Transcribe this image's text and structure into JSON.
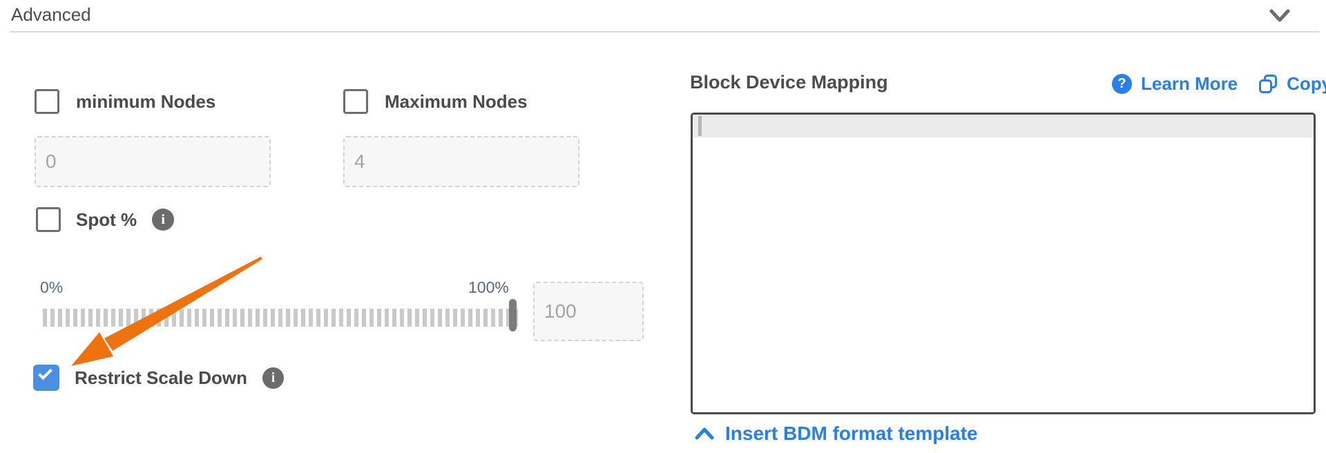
{
  "header": {
    "title": "Advanced"
  },
  "advanced": {
    "minimum_nodes": {
      "label": "minimum Nodes",
      "checked": false,
      "value": "0"
    },
    "maximum_nodes": {
      "label": "Maximum Nodes",
      "checked": false,
      "value": "4"
    },
    "spot": {
      "label": "Spot %",
      "info_glyph": "i"
    },
    "slider": {
      "min_label": "0%",
      "max_label": "100%",
      "value": 100,
      "input_value": "100"
    },
    "restrict_scale_down": {
      "label": "Restrict Scale Down",
      "checked": true,
      "info_glyph": "i"
    }
  },
  "bdm": {
    "title": "Block Device Mapping",
    "help_glyph": "?",
    "learn_more_label": "Learn More",
    "copy_label": "Copy",
    "editor_value": "",
    "insert_template_label": "Insert BDM format template"
  },
  "colors": {
    "link_blue": "#2680eb",
    "checkbox_checked_blue": "#4a90e2",
    "annotation_orange": "#ee720e",
    "info_gray": "#6b6b6b",
    "slider_label_blue_gray": "#566a87"
  }
}
